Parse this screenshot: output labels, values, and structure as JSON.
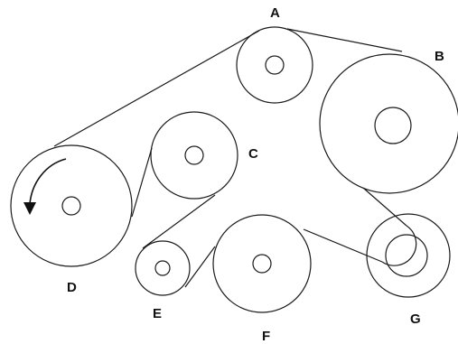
{
  "diagram": {
    "pulleys": [
      {
        "id": "A",
        "label": "A"
      },
      {
        "id": "B",
        "label": "B"
      },
      {
        "id": "C",
        "label": "C"
      },
      {
        "id": "D",
        "label": "D"
      },
      {
        "id": "E",
        "label": "E"
      },
      {
        "id": "F",
        "label": "F"
      },
      {
        "id": "G",
        "label": "G"
      }
    ],
    "rotation": "counter-clockwise",
    "rotation_pulley": "D",
    "belt_route": [
      "A",
      "B",
      "G",
      "F",
      "E",
      "C",
      "D",
      "A"
    ],
    "colors": {
      "line": "#1a1a1a",
      "background": "#ffffff"
    }
  }
}
